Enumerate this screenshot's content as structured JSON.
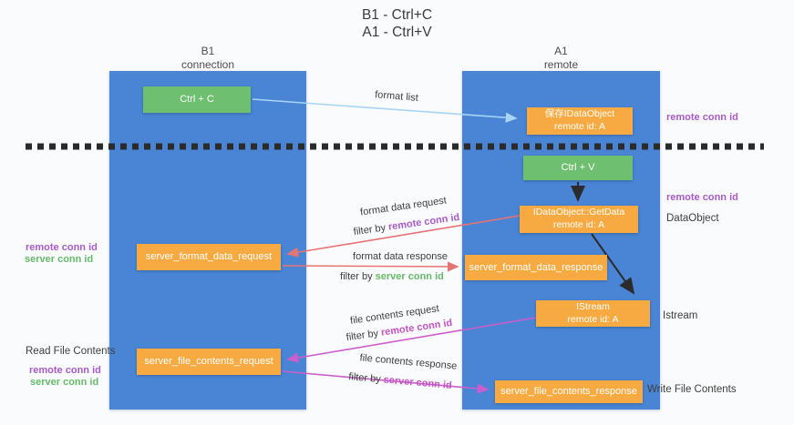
{
  "title": {
    "line1": "B1 - Ctrl+C",
    "line2": "A1 - Ctrl+V"
  },
  "lanes": {
    "left": {
      "name": "B1",
      "role": "connection"
    },
    "right": {
      "name": "A1",
      "role": "remote"
    }
  },
  "nodes": {
    "ctrl_c": {
      "label": "Ctrl + C"
    },
    "ctrl_v": {
      "label": "Ctrl + V"
    },
    "save_dataobject": {
      "line1": "保存IDataObject",
      "line2": "remote id: A"
    },
    "getdata": {
      "line1": "IDataObject::GetData",
      "line2": "remote id: A"
    },
    "istream": {
      "line1": "IStream",
      "line2": "remote id: A"
    },
    "server_format_data_request": {
      "label": "server_format_data_request"
    },
    "server_format_data_response": {
      "label": "server_format_data_response"
    },
    "server_file_contents_request": {
      "label": "server_file_contents_request"
    },
    "server_file_contents_response": {
      "label": "server_file_contents_response"
    }
  },
  "flow_labels": {
    "format_list": "format list",
    "format_data_request": "format data request",
    "format_data_response": "format data response",
    "file_contents_request": "file contents request",
    "file_contents_response": "file contents response",
    "filter_by": "filter by ",
    "remote_conn_id": "remote conn id",
    "server_conn_id": "server conn id"
  },
  "side_labels": {
    "right_remote_conn_id_top": "remote conn id",
    "right_remote_conn_id_mid": "remote conn id",
    "right_dataobject": "DataObject",
    "right_istream": "Istream",
    "right_write_file_contents": "Write File Contents",
    "left_remote_conn_id_top": "remote conn id",
    "left_server_conn_id_top": "server conn id",
    "left_read_file_contents": "Read File Contents",
    "left_remote_conn_id_bottom": "remote conn id",
    "left_server_conn_id_bottom": "server conn id"
  },
  "colors": {
    "lane_blue": "#4a85d5",
    "node_green": "#6fbf70",
    "node_orange": "#f7aa41",
    "arrow_light_blue": "#a9d5f5",
    "arrow_salmon": "#e87373",
    "arrow_magenta": "#cb5ecb",
    "arrow_black": "#2b2b2b",
    "text_purple": "#a85ac8",
    "text_magenta": "#c353c3",
    "text_green": "#66b96a"
  }
}
